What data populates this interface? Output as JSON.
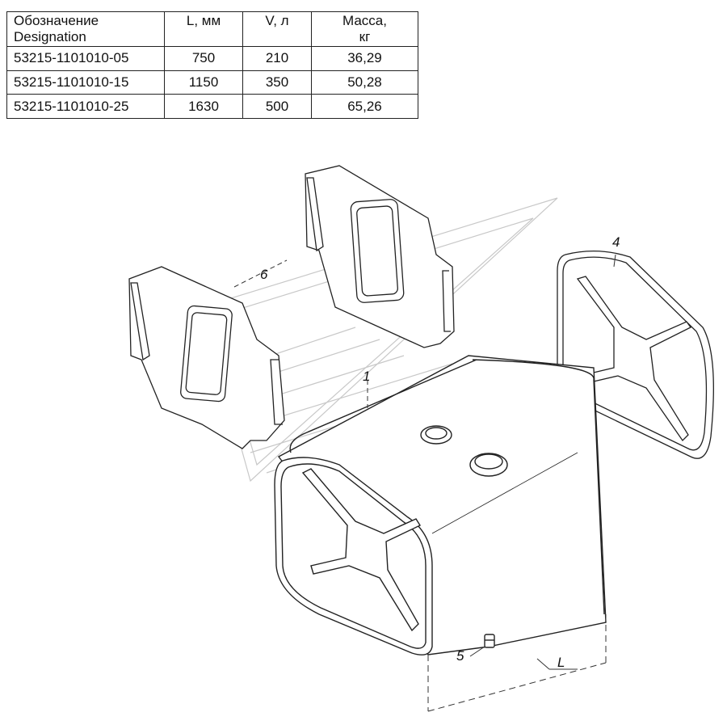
{
  "table": {
    "headers": [
      {
        "lines": [
          "Обозначение",
          "Designation"
        ]
      },
      {
        "lines": [
          "L, мм"
        ]
      },
      {
        "lines": [
          "V, л"
        ]
      },
      {
        "lines": [
          "Масса,",
          "кг"
        ]
      }
    ],
    "rows": [
      [
        "53215-1101010-05",
        "750",
        "210",
        "36,29"
      ],
      [
        "53215-1101010-15",
        "1150",
        "350",
        "50,28"
      ],
      [
        "53215-1101010-25",
        "1630",
        "500",
        "65,26"
      ]
    ]
  },
  "callouts": {
    "c1": "1",
    "c4": "4",
    "c5": "5",
    "c6": "6",
    "cL": "L"
  }
}
